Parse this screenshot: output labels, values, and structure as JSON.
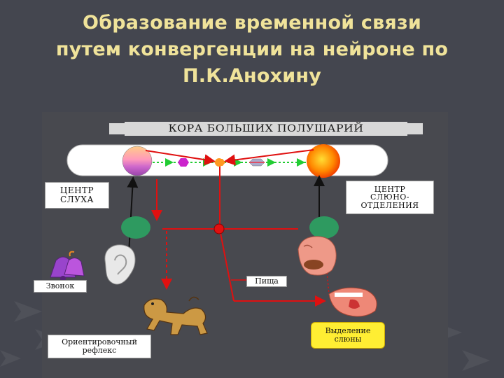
{
  "title": {
    "line1": "Образование временной связи",
    "line2": "путем конвергенции на нейроне по",
    "line3": "П.К.Анохину"
  },
  "diagram": {
    "cortex_label": "КОРА БОЛЬШИХ ПОЛУШАРИЙ",
    "hearing_center": [
      "ЦЕНТР",
      "СЛУХА"
    ],
    "salivation_center": [
      "ЦЕНТР",
      "СЛЮНО-",
      "ОТДЕЛЕНИЯ"
    ],
    "bell_label": "Звонок",
    "food_label": "Пища",
    "reflex_label": [
      "Ориентировочный",
      "рефлекс"
    ],
    "saliva_label": [
      "Выделение",
      "слюны"
    ]
  },
  "colors": {
    "title": "#f0e39a",
    "background": "#44464f",
    "connection": "#e01010",
    "green_arrow": "#22cc33",
    "subcortical_node": "#2e9a60"
  }
}
